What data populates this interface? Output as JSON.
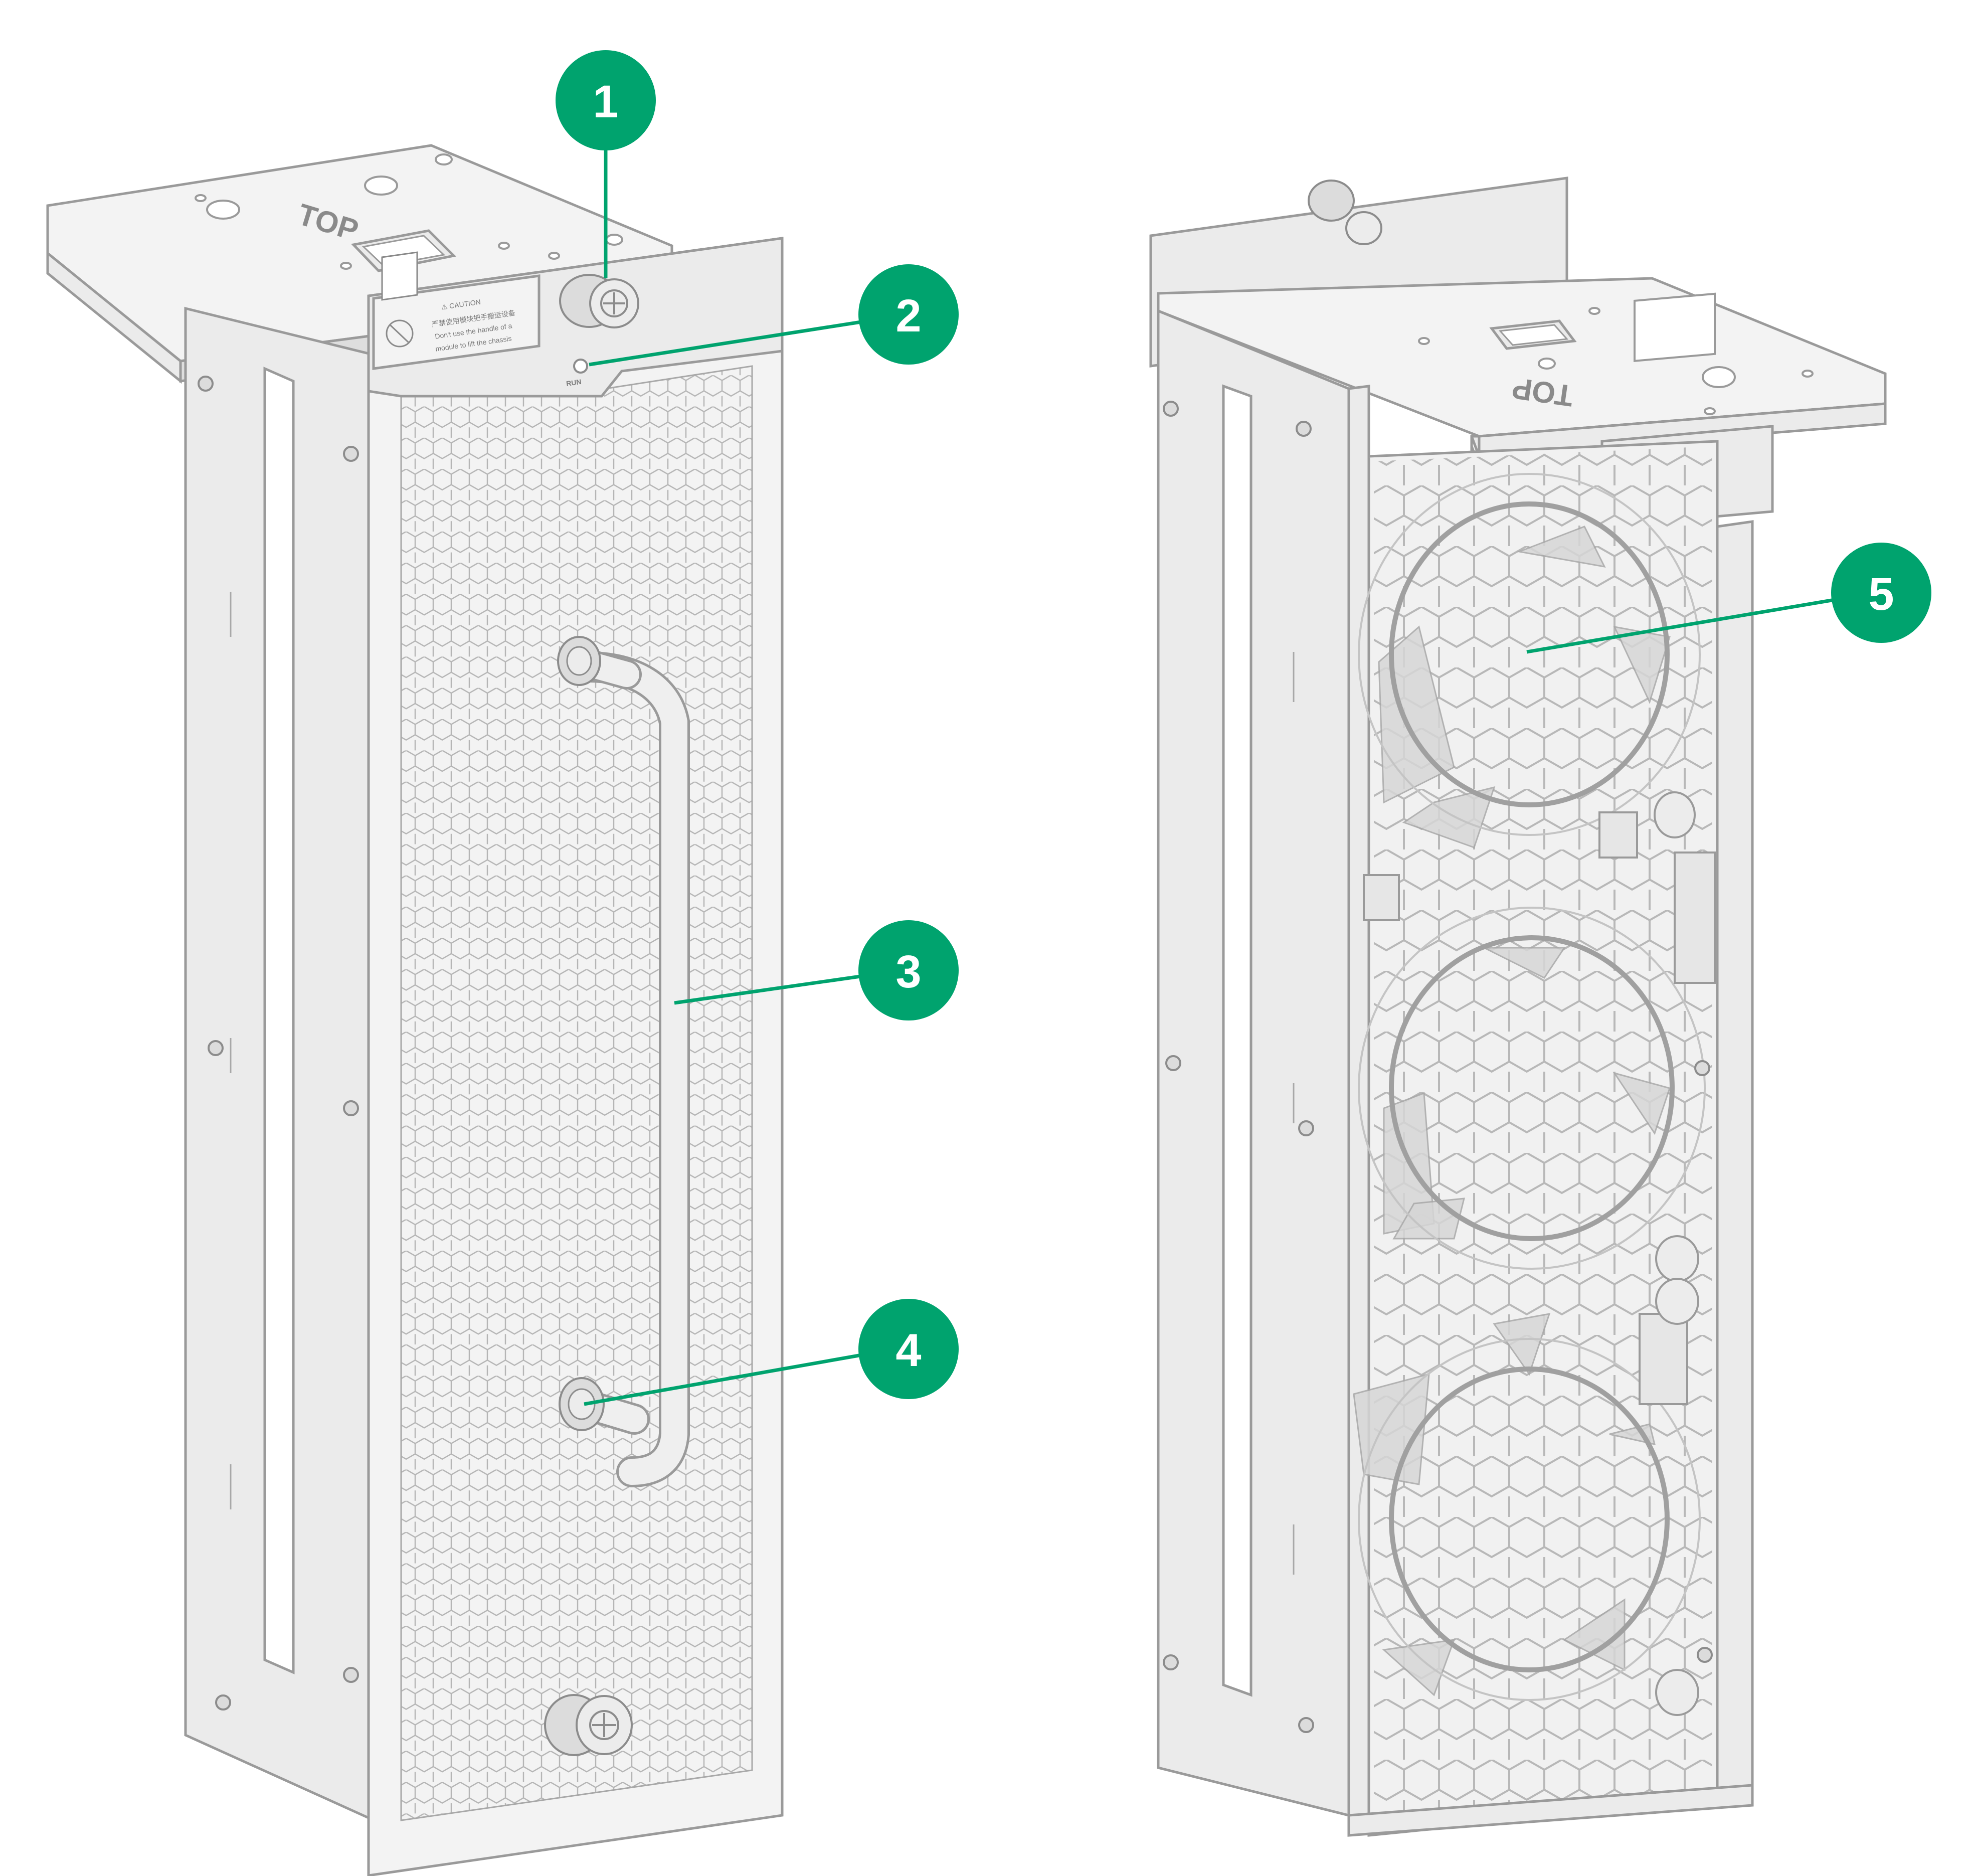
{
  "front_view": {
    "top_marking": "TOP",
    "caution_label": {
      "title": "⚠ CAUTION",
      "line_cn": "严禁使用模块把手搬运设备",
      "line_en_1": "Don't use the handle of a",
      "line_en_2": "module to lift the chassis"
    },
    "led_label": "RUN"
  },
  "rear_view": {
    "top_marking": "TOP"
  },
  "callouts": [
    {
      "number": "1",
      "target": "captive-screw-top"
    },
    {
      "number": "2",
      "target": "run-led"
    },
    {
      "number": "3",
      "target": "handle"
    },
    {
      "number": "4",
      "target": "handle-mount-screw"
    },
    {
      "number": "5",
      "target": "fan"
    }
  ],
  "colors": {
    "callout": "#00a36e",
    "outline": "#9a9a9a",
    "panel": "#ebebeb"
  }
}
